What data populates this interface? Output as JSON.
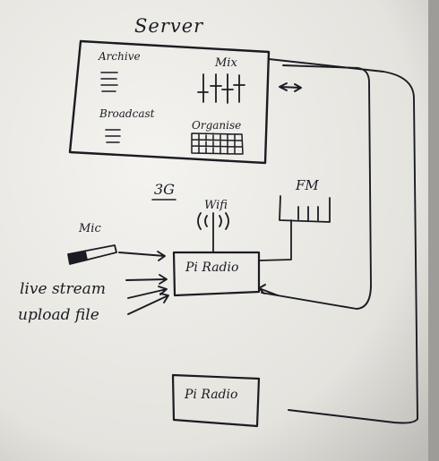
{
  "server": {
    "title": "Server",
    "archive": "Archive",
    "mix": "Mix",
    "broadcast": "Broadcast",
    "organise": "Organise"
  },
  "network": {
    "threeg": "3G",
    "wifi": "Wifi",
    "fm": "FM"
  },
  "inputs": {
    "mic": "Mic",
    "live_stream": "live stream",
    "upload_file": "upload file"
  },
  "pi_radio_main": "Pi Radio",
  "pi_radio_second": "Pi Radio",
  "colors": {
    "paper": "#f2f1ec",
    "ink": "#1b1b22"
  }
}
